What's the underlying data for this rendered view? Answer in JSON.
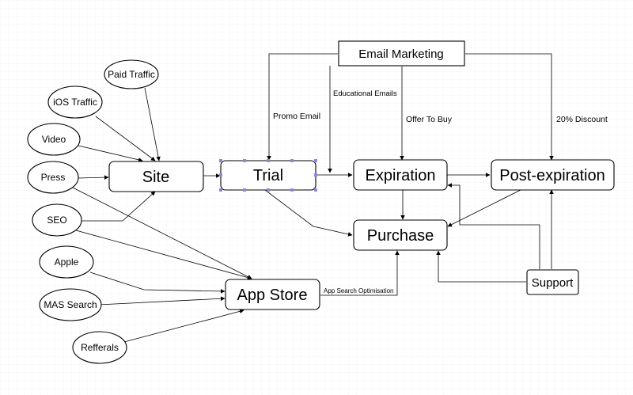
{
  "diagram": {
    "colors": {
      "stroke": "#000000",
      "fill": "#ffffff",
      "grid": "#eeeeee",
      "selection_handle": "#8a8ad8"
    },
    "nodes": {
      "site": "Site",
      "trial": "Trial",
      "expiration": "Expiration",
      "post_expiration": "Post-expiration",
      "purchase": "Purchase",
      "app_store": "App Store",
      "support": "Support",
      "email_marketing": "Email Marketing"
    },
    "sources": {
      "paid_traffic": "Paid Traffic",
      "ios_traffic": "iOS Traffic",
      "video": "Video",
      "press": "Press",
      "seo": "SEO",
      "apple": "Apple",
      "mas_search": "MAS Search",
      "refferals": "Refferals"
    },
    "edge_labels": {
      "promo_email": "Promo Email",
      "educational_emails": "Educational Emails",
      "offer_to_buy": "Offer To Buy",
      "discount": "20% Discount",
      "app_search_optimisation": "App Search Optimisation"
    }
  }
}
